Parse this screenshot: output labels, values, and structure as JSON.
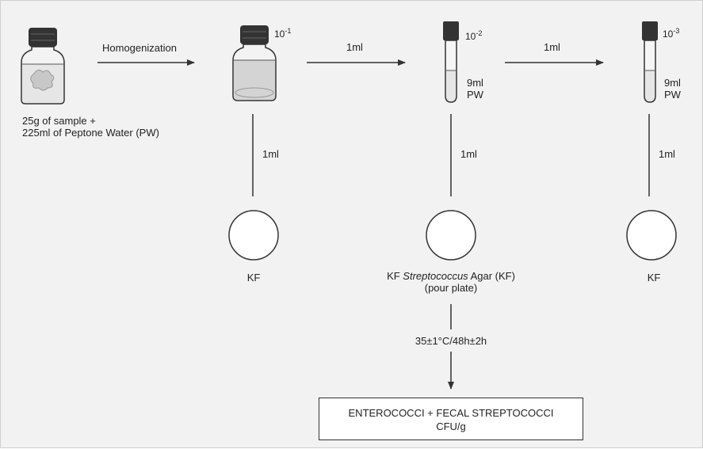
{
  "sample": {
    "line1": "25g of sample +",
    "line2": "225ml of Peptone Water (PW)"
  },
  "homogenization_label": "Homogenization",
  "dilutions": [
    {
      "base": "10",
      "exponent": "-1"
    },
    {
      "base": "10",
      "exponent": "-2",
      "tube_line1": "9ml",
      "tube_line2": "PW"
    },
    {
      "base": "10",
      "exponent": "-3",
      "tube_line1": "9ml",
      "tube_line2": "PW"
    }
  ],
  "transfer_labels": [
    "1ml",
    "1ml"
  ],
  "plating_labels": [
    "1ml",
    "1ml",
    "1ml"
  ],
  "plates": {
    "left": "KF",
    "middle_prefix": "KF ",
    "middle_italic": "Streptococcus",
    "middle_suffix": " Agar (KF)",
    "middle_line2": "(pour plate)",
    "right": "KF"
  },
  "incubation": "35±1°C/48h±2h",
  "result": {
    "line1": "ENTEROCOCCI + FECAL STREPTOCOCCI",
    "line2": "CFU/g"
  },
  "colors": {
    "line": "#333333",
    "cap": "#333333",
    "bottle_fill": "#e8e8e8",
    "liquid": "#d0d0d0",
    "sample_blob": "#c8c8c8"
  }
}
